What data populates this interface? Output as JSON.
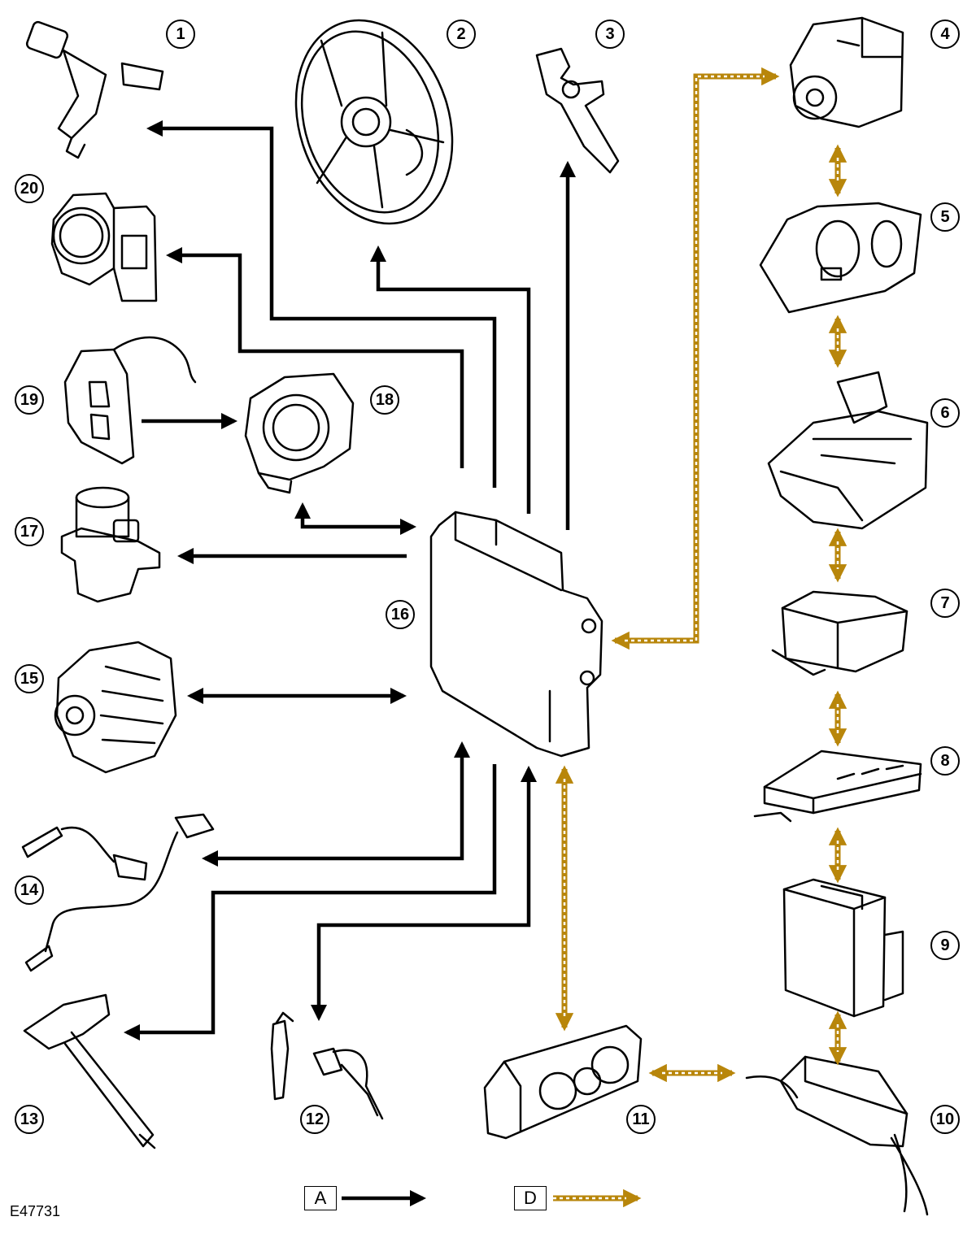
{
  "diagram": {
    "reference": "E47731",
    "callouts": [
      "1",
      "2",
      "3",
      "4",
      "5",
      "6",
      "7",
      "8",
      "9",
      "10",
      "11",
      "12",
      "13",
      "14",
      "15",
      "16",
      "17",
      "18",
      "19",
      "20"
    ],
    "legend": {
      "hardwired_key": "A",
      "bus_key": "D"
    },
    "colors": {
      "hardwired_line": "#000000",
      "bus_line": "#b8860b",
      "bus_dash": "#ffffff"
    },
    "component_icons": {
      "1": "fuel-injector-icon",
      "2": "cooling-fan-icon",
      "3": "solenoid-valve-icon",
      "4": "abs-module-icon",
      "5": "instrument-cluster-icon",
      "6": "transmission-control-icon",
      "7": "control-module-icon",
      "8": "control-module-icon",
      "9": "control-module-icon",
      "10": "control-module-icon",
      "11": "climate-control-panel-icon",
      "12": "oxygen-sensor-icon",
      "13": "ignition-coil-icon",
      "14": "oxygen-sensor-icon",
      "15": "alternator-icon",
      "16": "engine-control-module-icon",
      "17": "valve-icon",
      "18": "clockspring-icon",
      "19": "switch-pack-icon",
      "20": "throttle-body-icon"
    }
  }
}
